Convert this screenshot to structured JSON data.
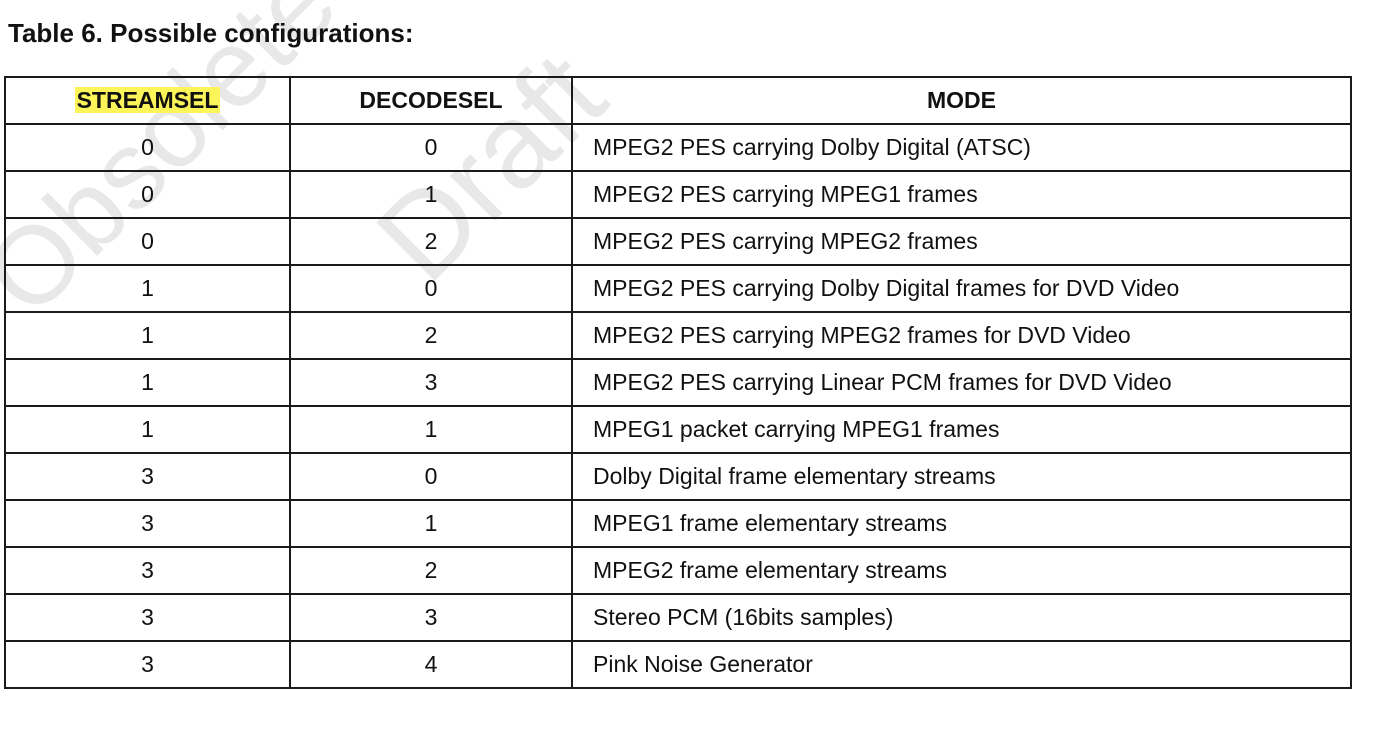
{
  "watermark": {
    "text1": "Obsolete Pr",
    "text2": "Draft"
  },
  "title": "Table 6. Possible configurations:",
  "table": {
    "headers": [
      "STREAMSEL",
      "DECODESEL",
      "MODE"
    ],
    "rows": [
      {
        "streamsel": "0",
        "decodesel": "0",
        "mode": "MPEG2 PES carrying Dolby Digital (ATSC)"
      },
      {
        "streamsel": "0",
        "decodesel": "1",
        "mode": "MPEG2 PES carrying MPEG1 frames"
      },
      {
        "streamsel": "0",
        "decodesel": "2",
        "mode": "MPEG2 PES carrying MPEG2 frames"
      },
      {
        "streamsel": "1",
        "decodesel": "0",
        "mode": "MPEG2 PES carrying Dolby Digital frames for DVD Video"
      },
      {
        "streamsel": "1",
        "decodesel": "2",
        "mode": "MPEG2 PES carrying MPEG2 frames for DVD Video"
      },
      {
        "streamsel": "1",
        "decodesel": "3",
        "mode": "MPEG2 PES carrying Linear PCM frames for DVD Video"
      },
      {
        "streamsel": "1",
        "decodesel": "1",
        "mode": "MPEG1 packet carrying MPEG1 frames"
      },
      {
        "streamsel": "3",
        "decodesel": "0",
        "mode": "Dolby Digital frame elementary streams"
      },
      {
        "streamsel": "3",
        "decodesel": "1",
        "mode": "MPEG1 frame elementary streams"
      },
      {
        "streamsel": "3",
        "decodesel": "2",
        "mode": "MPEG2 frame elementary streams"
      },
      {
        "streamsel": "3",
        "decodesel": "3",
        "mode": "Stereo PCM (16bits samples)"
      },
      {
        "streamsel": "3",
        "decodesel": "4",
        "mode": "Pink Noise Generator"
      }
    ]
  },
  "colors": {
    "highlight": "#fbf55a",
    "border": "#1a1a1a",
    "watermark": "#969696"
  }
}
